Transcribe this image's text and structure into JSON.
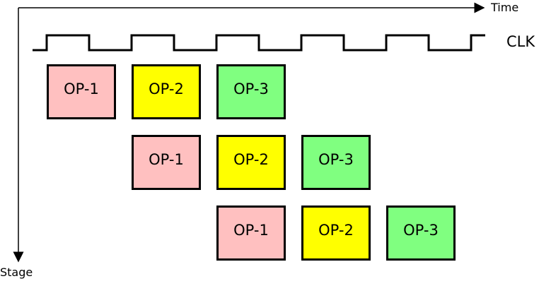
{
  "axes": {
    "time_label": "Time",
    "stage_label": "Stage"
  },
  "clock": {
    "label": "CLK"
  },
  "colors": {
    "OP-1": "#ffc0c0",
    "OP-2": "#ffff00",
    "OP-3": "#80ff80"
  },
  "pipeline": [
    {
      "stage": 1,
      "ops": [
        {
          "name": "OP-1",
          "cycle": 1
        },
        {
          "name": "OP-2",
          "cycle": 2
        },
        {
          "name": "OP-3",
          "cycle": 3
        }
      ]
    },
    {
      "stage": 2,
      "ops": [
        {
          "name": "OP-1",
          "cycle": 2
        },
        {
          "name": "OP-2",
          "cycle": 3
        },
        {
          "name": "OP-3",
          "cycle": 4
        }
      ]
    },
    {
      "stage": 3,
      "ops": [
        {
          "name": "OP-1",
          "cycle": 3
        },
        {
          "name": "OP-2",
          "cycle": 4
        },
        {
          "name": "OP-3",
          "cycle": 5
        }
      ]
    }
  ]
}
